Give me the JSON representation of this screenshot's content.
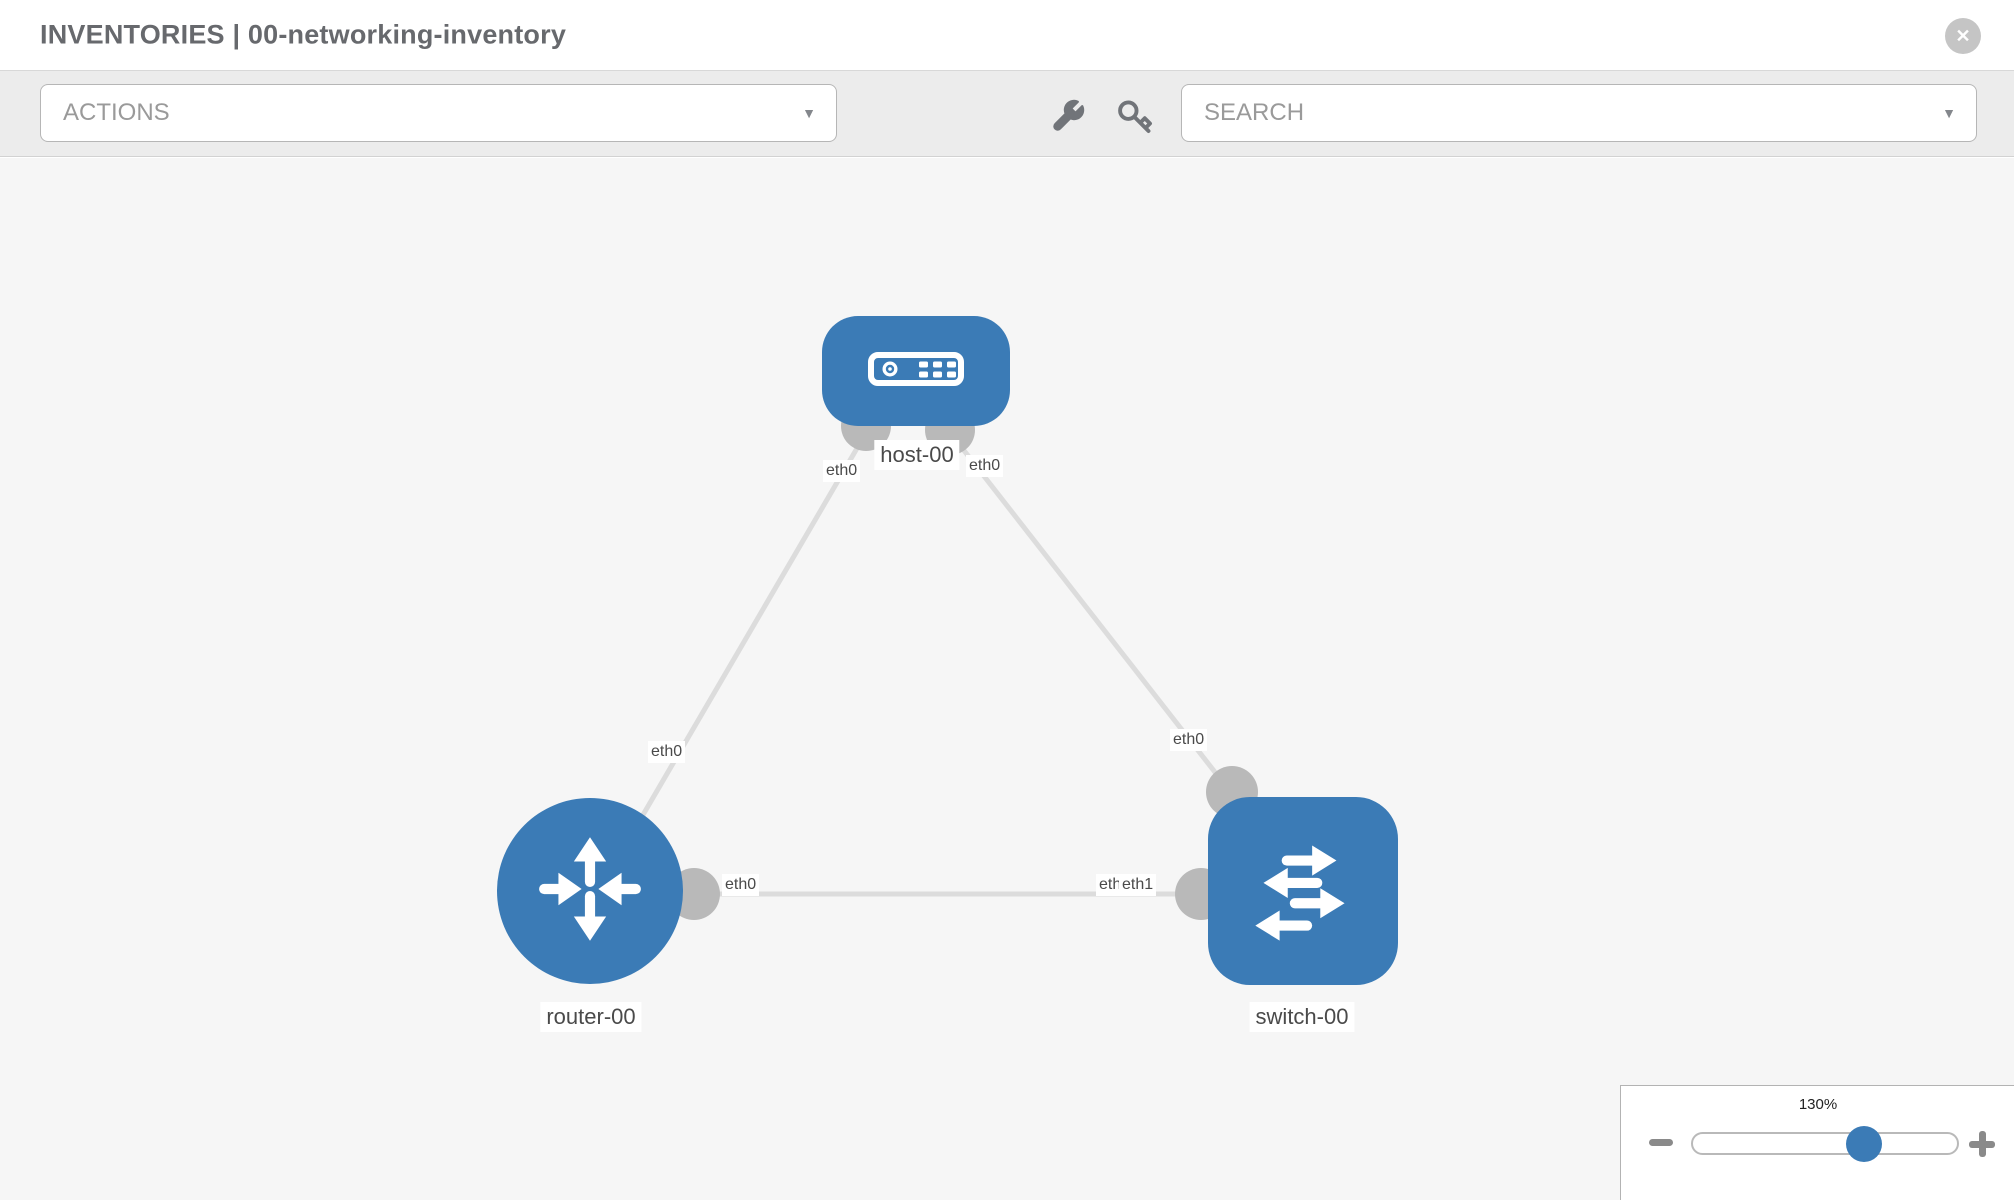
{
  "header": {
    "title": "INVENTORIES | 00-networking-inventory"
  },
  "icons": {
    "close": "✕",
    "dropdown_chevron": "▼"
  },
  "toolbar": {
    "actions_placeholder": "ACTIONS",
    "search_placeholder": "SEARCH"
  },
  "topology": {
    "nodes": [
      {
        "label": "host-00",
        "type": "host"
      },
      {
        "label": "router-00",
        "type": "router"
      },
      {
        "label": "switch-00",
        "type": "switch"
      }
    ],
    "links": [
      {
        "from": "host-00",
        "from_interface": "eth0",
        "to": "router-00",
        "to_interface": "eth0"
      },
      {
        "from": "host-00",
        "from_interface": "eth0",
        "to": "switch-00",
        "to_interface": "eth0"
      },
      {
        "from": "router-00",
        "from_interface": "eth0",
        "to": "switch-00",
        "to_interface": "eth1"
      }
    ],
    "interface_labels": {
      "host_left": "eth0",
      "host_right": "eth0",
      "router_uplink": "eth0",
      "switch_uplink": "eth0",
      "router_link_right": "eth0",
      "switch_link_left_behind": "eth0",
      "switch_link_left": "eth1"
    }
  },
  "zoom_control": {
    "level": "130%"
  },
  "colors": {
    "node_blue": "#3b7bb6",
    "port_gray": "#b9b9b9",
    "link_gray": "#dcdcdc",
    "accent_text": "#67696d"
  }
}
